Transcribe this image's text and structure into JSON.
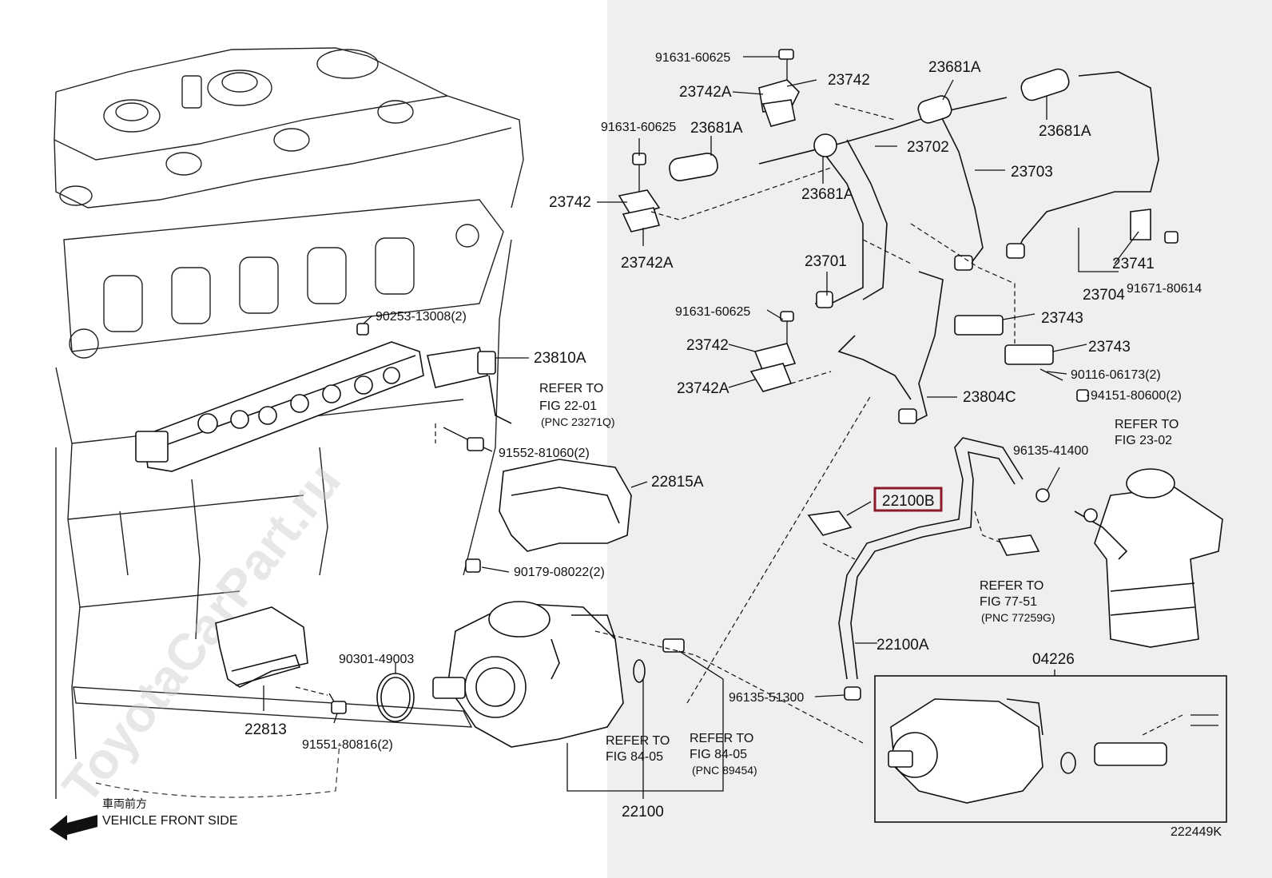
{
  "diagram_id": "222449K",
  "watermark": "ToyotaCarPart.ru",
  "direction": {
    "jp": "車両前方",
    "en": "VEHICLE FRONT SIDE"
  },
  "highlight_color": "#8b1a2b",
  "labels": {
    "p_91631_60625_a": "91631-60625",
    "p_23742_a": "23742",
    "p_23742A_a": "23742A",
    "p_23681A_a": "23681A",
    "p_23681A_b": "23681A",
    "p_23681A_c": "23681A",
    "p_91631_60625_b": "91631-60625",
    "p_23681A_d": "23681A",
    "p_23702": "23702",
    "p_23703": "23703",
    "p_23742_b": "23742",
    "p_23742A_b": "23742A",
    "p_23701": "23701",
    "p_23741": "23741",
    "p_23704": "23704",
    "p_91671_80614": "91671-80614",
    "p_91631_60625_c": "91631-60625",
    "p_23743_a": "23743",
    "p_23743_b": "23743",
    "p_23742_c": "23742",
    "p_23742A_c": "23742A",
    "p_90116_06173": "90116-06173(2)",
    "p_94151_80600": "94151-80600(2)",
    "p_23804C": "23804C",
    "p_90253_13008": "90253-13008(2)",
    "p_23810A": "23810A",
    "p_91552_81060": "91552-81060(2)",
    "p_22815A": "22815A",
    "p_90179_08022": "90179-08022(2)",
    "p_90301_49003": "90301-49003",
    "p_22813": "22813",
    "p_91551_80816": "91551-80816(2)",
    "p_22100": "22100",
    "p_22100B": "22100B",
    "p_22100A": "22100A",
    "p_96135_41400": "96135-41400",
    "p_96135_51300": "96135-51300",
    "p_04226": "04226"
  },
  "refs": {
    "r1_a": "REFER TO",
    "r1_b": "FIG 22-01",
    "r1_c": "(PNC 23271Q)",
    "r2_a": "REFER TO",
    "r2_b": "FIG 23-02",
    "r3_a": "REFER TO",
    "r3_b": "FIG 77-51",
    "r3_c": "(PNC 77259G)",
    "r4_a": "REFER TO",
    "r4_b": "FIG 84-05",
    "r5_a": "REFER TO",
    "r5_b": "FIG 84-05",
    "r5_c": "(PNC 89454)"
  }
}
